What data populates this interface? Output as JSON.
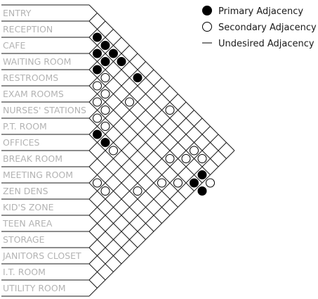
{
  "rooms": [
    "ENTRY",
    "RECEPTION",
    "CAFE",
    "WAITING ROOM",
    "RESTROOMS",
    "EXAM ROOMS",
    "NURSES' STATIONS",
    "P.T. ROOM",
    "OFFICES",
    "BREAK ROOM",
    "MEETING ROOM",
    "ZEN DENS",
    "KID'S ZONE",
    "TEEN AREA",
    "STORAGE",
    "JANITORS CLOSET",
    "I.T. ROOM",
    "UTILITY ROOM"
  ],
  "legend": {
    "primary": "Primary Adjacency",
    "secondary": "Secondary Adjacency",
    "undesired": "Undesired Adjacency"
  },
  "adjacencies": [
    {
      "a": 1,
      "b": 2,
      "type": "primary"
    },
    {
      "a": 1,
      "b": 3,
      "type": "primary"
    },
    {
      "a": 1,
      "b": 4,
      "type": "primary"
    },
    {
      "a": 1,
      "b": 5,
      "type": "primary"
    },
    {
      "a": 2,
      "b": 3,
      "type": "primary"
    },
    {
      "a": 2,
      "b": 4,
      "type": "primary"
    },
    {
      "a": 3,
      "b": 4,
      "type": "primary"
    },
    {
      "a": 1,
      "b": 7,
      "type": "primary"
    },
    {
      "a": 7,
      "b": 8,
      "type": "primary"
    },
    {
      "a": 7,
      "b": 9,
      "type": "primary"
    },
    {
      "a": 3,
      "b": 5,
      "type": "secondary"
    },
    {
      "a": 4,
      "b": 5,
      "type": "secondary"
    },
    {
      "a": 4,
      "b": 6,
      "type": "secondary"
    },
    {
      "a": 5,
      "b": 6,
      "type": "secondary"
    },
    {
      "a": 5,
      "b": 7,
      "type": "secondary"
    },
    {
      "a": 6,
      "b": 7,
      "type": "secondary"
    },
    {
      "a": 6,
      "b": 8,
      "type": "secondary"
    },
    {
      "a": 3,
      "b": 8,
      "type": "secondary"
    },
    {
      "a": 7,
      "b": 10,
      "type": "secondary"
    },
    {
      "a": 1,
      "b": 11,
      "type": "secondary"
    },
    {
      "a": 2,
      "b": 15,
      "type": "secondary"
    },
    {
      "a": 2,
      "b": 16,
      "type": "secondary"
    },
    {
      "a": 3,
      "b": 15,
      "type": "secondary"
    },
    {
      "a": 4,
      "b": 14,
      "type": "secondary"
    },
    {
      "a": 4,
      "b": 17,
      "type": "primary"
    },
    {
      "a": 4,
      "b": 18,
      "type": "primary"
    },
    {
      "a": 3,
      "b": 17,
      "type": "primary"
    },
    {
      "a": 3,
      "b": 18,
      "type": "secondary"
    },
    {
      "a": 5,
      "b": 16,
      "type": "secondary"
    },
    {
      "a": 6,
      "b": 15,
      "type": "secondary"
    },
    {
      "a": 8,
      "b": 14,
      "type": "secondary"
    },
    {
      "a": 10,
      "b": 11,
      "type": "secondary"
    },
    {
      "a": 10,
      "b": 12,
      "type": "secondary"
    }
  ]
}
